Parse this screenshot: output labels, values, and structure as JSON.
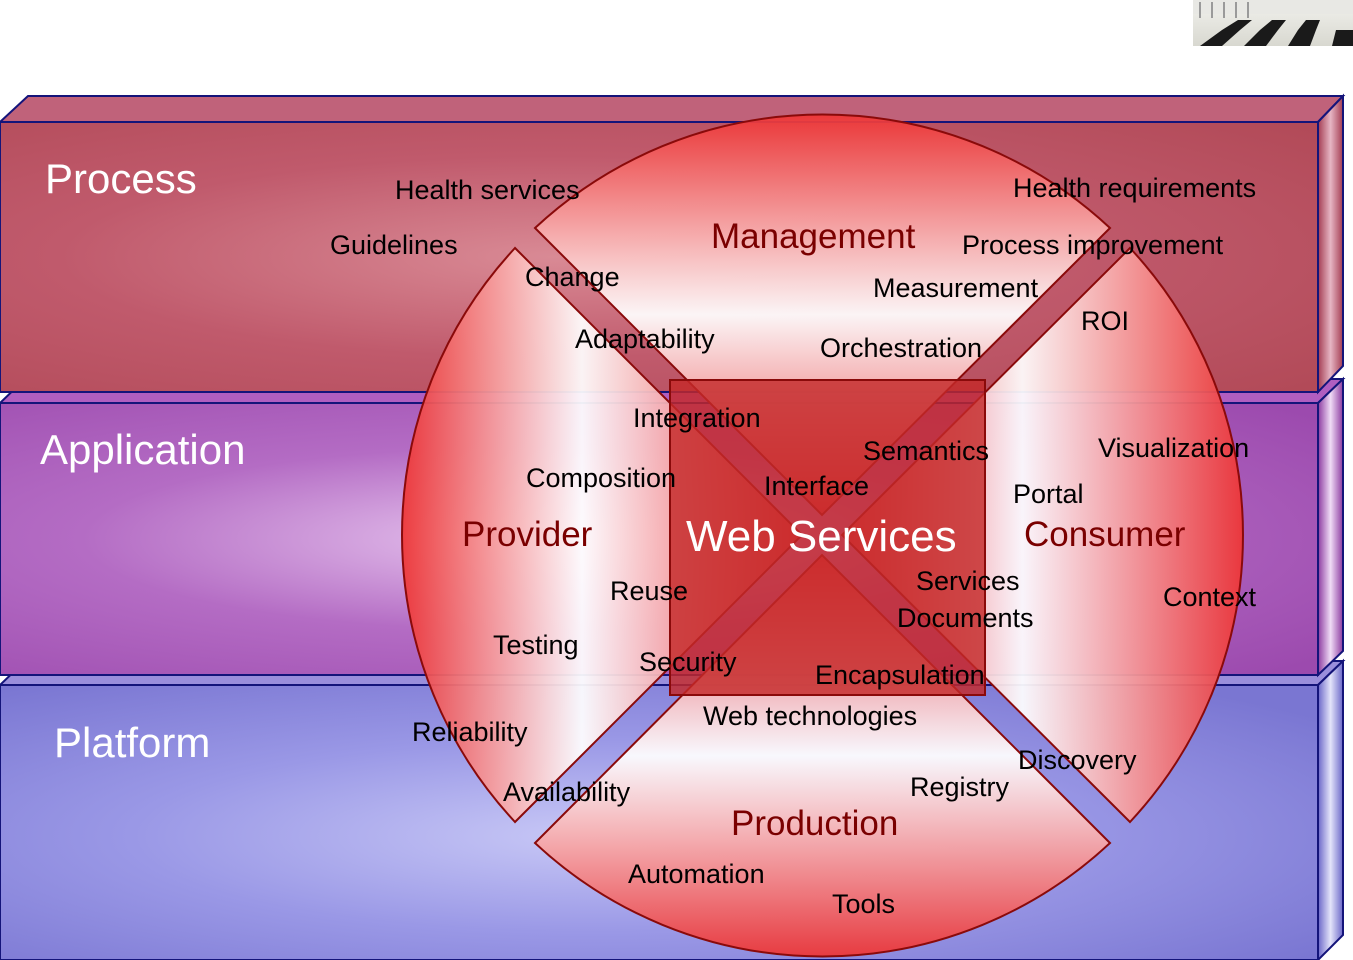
{
  "colors": {
    "process": "#c05a6c",
    "application": "#a458b4",
    "platform": "#8a86dc",
    "outline": "#14147a",
    "wheel": "#ee3b3b",
    "wheel_outline": "#8a0a0a",
    "quadrant_label": "#7a0000"
  },
  "decorative_image": "checkered-floor-thumbnail",
  "layers": {
    "process": "Process",
    "application": "Application",
    "platform": "Platform"
  },
  "center": "Web Services",
  "quadrants": {
    "management": "Management",
    "provider": "Provider",
    "consumer": "Consumer",
    "production": "Production"
  },
  "terms": {
    "health_services": "Health services",
    "guidelines": "Guidelines",
    "health_requirements": "Health requirements",
    "process_improvement": "Process improvement",
    "change": "Change",
    "measurement": "Measurement",
    "roi": "ROI",
    "adaptability": "Adaptability",
    "orchestration": "Orchestration",
    "integration": "Integration",
    "semantics": "Semantics",
    "visualization": "Visualization",
    "composition": "Composition",
    "interface": "Interface",
    "portal": "Portal",
    "services": "Services",
    "documents": "Documents",
    "reuse": "Reuse",
    "context": "Context",
    "testing": "Testing",
    "security": "Security",
    "encapsulation": "Encapsulation",
    "web_technologies": "Web technologies",
    "reliability": "Reliability",
    "discovery": "Discovery",
    "registry": "Registry",
    "availability": "Availability",
    "automation": "Automation",
    "tools": "Tools"
  }
}
